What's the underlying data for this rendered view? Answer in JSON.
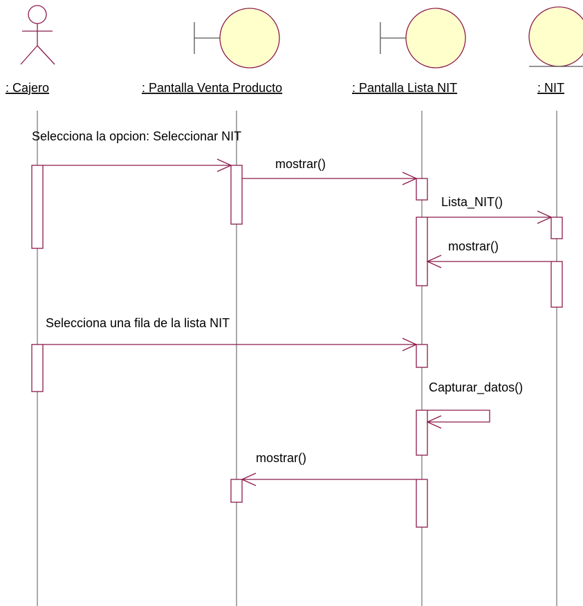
{
  "participants": {
    "cajero": ": Cajero",
    "pantalla_venta": ": Pantalla Venta Producto",
    "pantalla_lista": ": Pantalla Lista NIT",
    "nit": ": NIT"
  },
  "messages": {
    "m1": "Selecciona la opcion: Seleccionar NIT",
    "m2": "mostrar()",
    "m3": "Lista_NIT()",
    "m4": "mostrar()",
    "m5": "Selecciona una fila de la lista NIT",
    "m6": "Capturar_datos()",
    "m7": "mostrar()"
  },
  "colors": {
    "stroke": "#8b1a4b",
    "boundary_fill": "#ffffcc"
  }
}
